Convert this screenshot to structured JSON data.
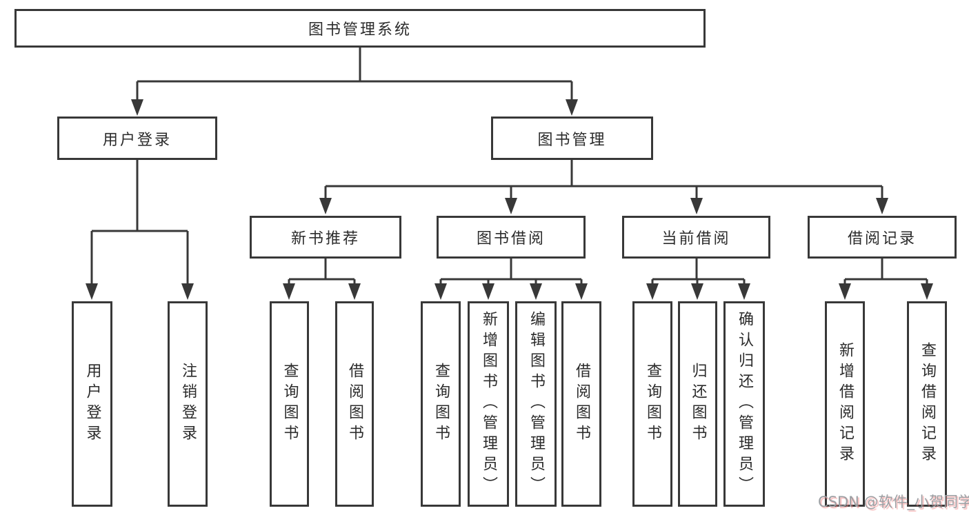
{
  "tree": {
    "label": "图书管理系统",
    "children": [
      {
        "label": "用户登录",
        "children": [
          {
            "label": "用户登录"
          },
          {
            "label": "注销登录"
          }
        ]
      },
      {
        "label": "图书管理",
        "children": [
          {
            "label": "新书推荐",
            "children": [
              {
                "label": "查询图书"
              },
              {
                "label": "借阅图书"
              }
            ]
          },
          {
            "label": "图书借阅",
            "children": [
              {
                "label": "查询图书"
              },
              {
                "label": "新增图书（管理员）"
              },
              {
                "label": "编辑图书（管理员）"
              },
              {
                "label": "借阅图书"
              }
            ]
          },
          {
            "label": "当前借阅",
            "children": [
              {
                "label": "查询图书"
              },
              {
                "label": "归还图书"
              },
              {
                "label": "确认归还（管理员）"
              }
            ]
          },
          {
            "label": "借阅记录",
            "children": [
              {
                "label": "新增借阅记录"
              },
              {
                "label": "查询借阅记录"
              }
            ]
          }
        ]
      }
    ]
  },
  "watermark": {
    "text": "CSDN @软件_小贺同学"
  },
  "colors": {
    "line": "#383838",
    "box_border": "#383838",
    "text": "#2b2b2b",
    "background": "#ffffff",
    "watermark_text": "#9b9fa3",
    "watermark_shadow": "#f08282"
  }
}
